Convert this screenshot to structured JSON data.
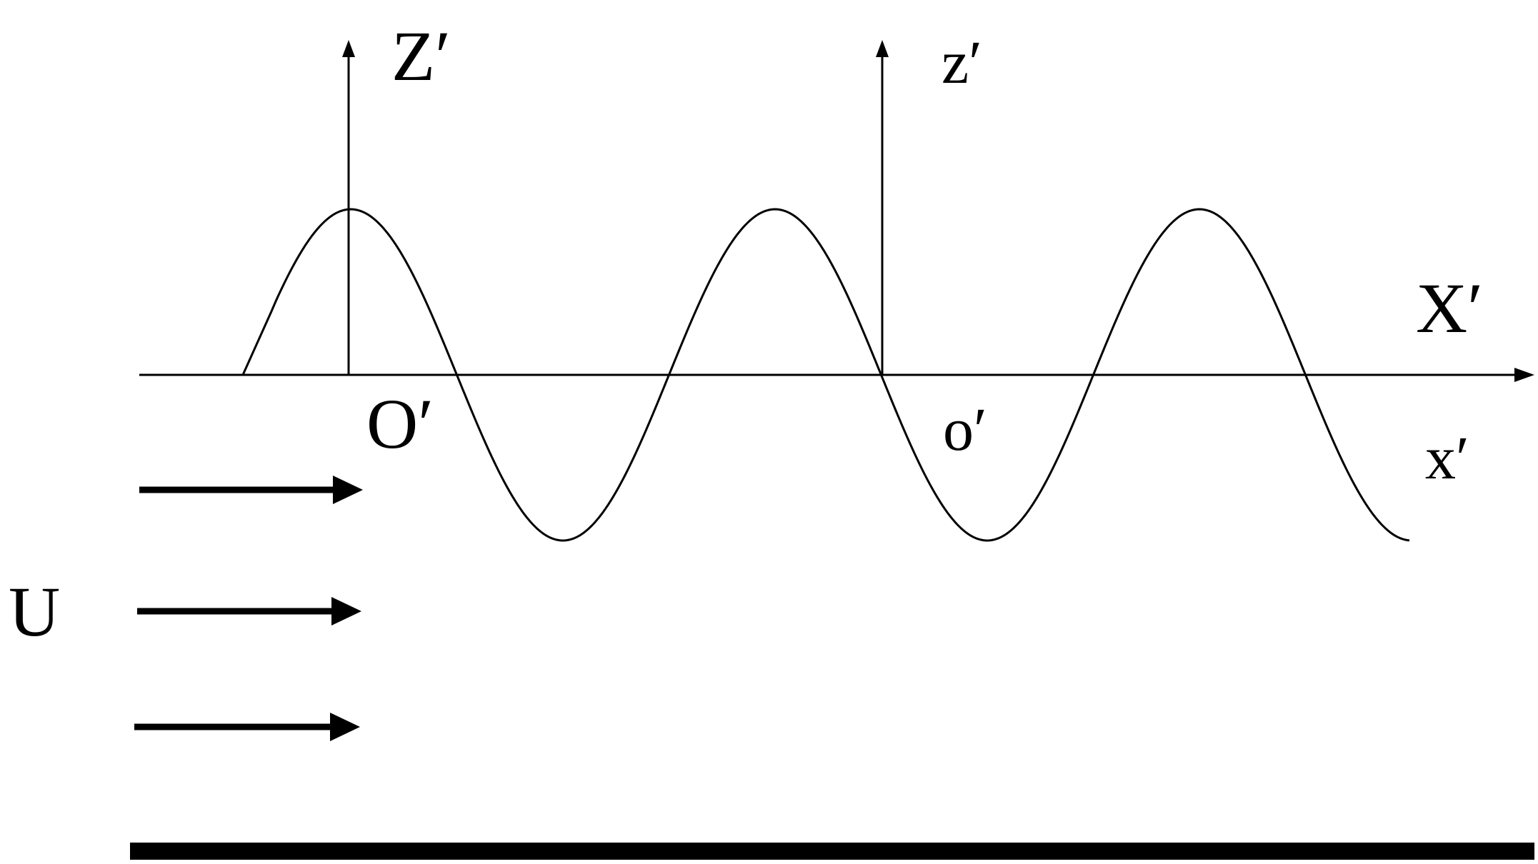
{
  "labels": {
    "upper_z": "Z′",
    "lower_z": "z′",
    "upper_x": "X′",
    "lower_x": "x′",
    "upper_origin": "O′",
    "lower_origin": "o′",
    "flow": "U"
  },
  "colors": {
    "ink": "#000000",
    "background": "#ffffff"
  }
}
